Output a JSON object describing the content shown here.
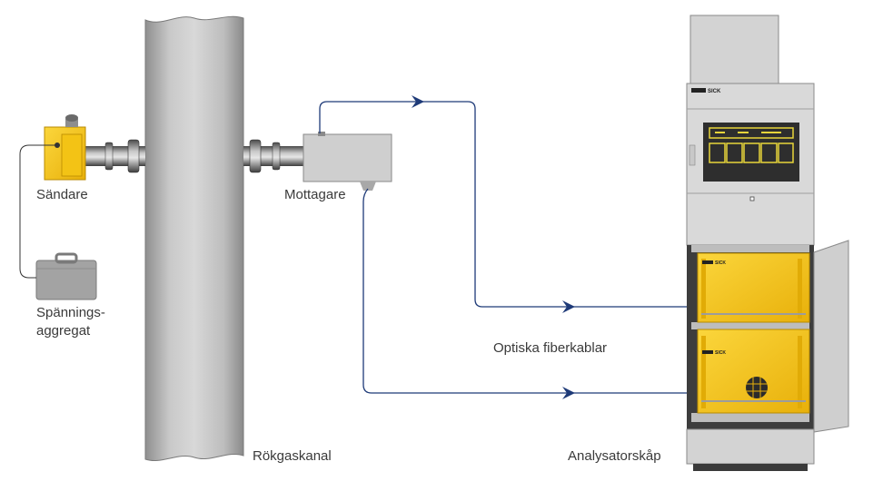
{
  "labels": {
    "transmitter": "Sändare",
    "power_supply_line1": "Spännings-",
    "power_supply_line2": "aggregat",
    "receiver": "Mottagare",
    "duct": "Rökgaskanal",
    "fiber_cables": "Optiska fiberkablar",
    "analyzer_cabinet": "Analysatorskåp"
  },
  "brand": {
    "cabinet_logo": "SICK",
    "module1_logo": "SICK",
    "module2_logo": "SICK"
  },
  "colors": {
    "yellow": "#f6c512",
    "gray": "#c4c4c4",
    "dark_gray": "#5a5a5a",
    "cable_blue": "#1e3a78",
    "screen_bg": "#2e2e2e",
    "screen_fg": "#e8d53a"
  }
}
